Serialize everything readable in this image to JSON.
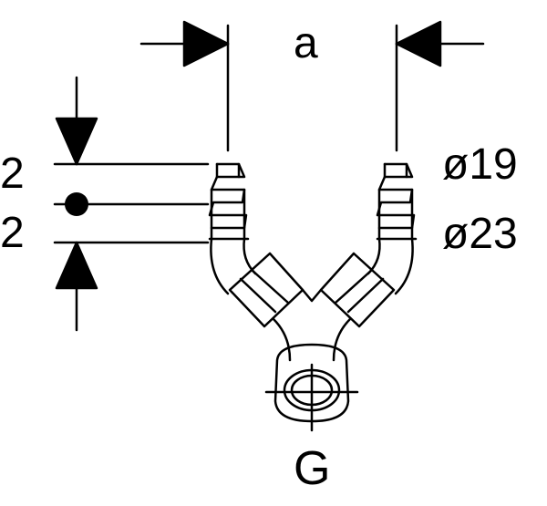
{
  "labels": {
    "width_dimension": "a",
    "offset_upper": "2",
    "offset_lower": "2",
    "diameter_small": "ø19",
    "diameter_large": "ø23",
    "thread": "G"
  },
  "colors": {
    "stroke": "#000000",
    "background": "#ffffff"
  }
}
